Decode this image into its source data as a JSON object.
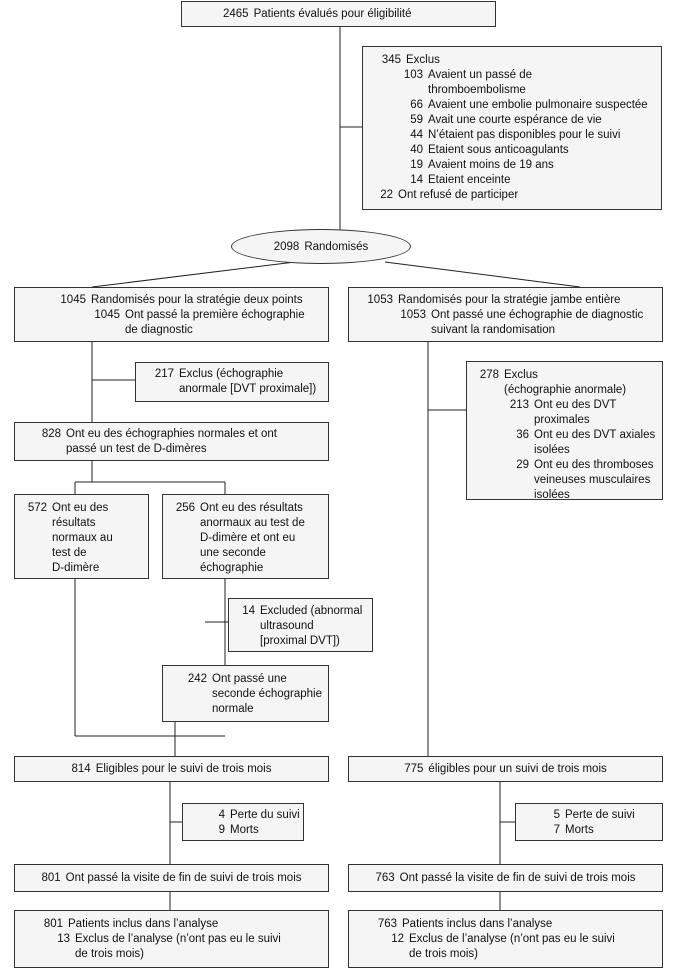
{
  "total": {
    "n": "2465",
    "label": "Patients évalués pour éligibilité"
  },
  "excluded_initial": {
    "n": "345",
    "label": "Exclus",
    "reasons": [
      {
        "n": "103",
        "l1": "Avaient un passé de",
        "l2": "thromboembolisme"
      },
      {
        "n": "66",
        "l1": "Avaient une embolie pulmonaire suspectée"
      },
      {
        "n": "59",
        "l1": "Avait une courte espérance de vie"
      },
      {
        "n": "44",
        "l1": "N’étaient pas disponibles pour le suivi"
      },
      {
        "n": "40",
        "l1": "Etaient sous anticoagulants"
      },
      {
        "n": "19",
        "l1": "Avaient moins de 19 ans"
      },
      {
        "n": "14",
        "l1": "Etaient enceinte"
      }
    ],
    "refused": {
      "n": "22",
      "label": "Ont refusé de participer"
    }
  },
  "randomized": {
    "n": "2098",
    "label": "Randomisés"
  },
  "left_arm": {
    "randomized": {
      "n1": "1045",
      "l1": "Randomisés pour la stratégie deux points",
      "n2": "1045",
      "l2a": "Ont passé la première échographie",
      "l2b": "de diagnostic"
    },
    "excluded": {
      "n": "217",
      "l1": "Exclus (échographie",
      "l2": "anormale [DVT proximale])"
    },
    "normal": {
      "n": "828",
      "l1": "Ont eu des échographies normales et ont",
      "l2": "passé un test de D-dimères"
    },
    "ddimer_normal": {
      "n": "572",
      "lines": [
        "Ont eu des",
        "résultats",
        "normaux au",
        "test de",
        "D-dimère"
      ]
    },
    "ddimer_abnormal": {
      "n": "256",
      "lines": [
        "Ont eu des résultats",
        "anormaux au test de",
        "D-dimère et ont eu",
        "une seconde",
        "échographie"
      ]
    },
    "excluded2": {
      "n": "14",
      "lines": [
        "Excluded (abnormal",
        "ultrasound",
        "[proximal DVT])"
      ]
    },
    "second_normal": {
      "n": "242",
      "lines": [
        "Ont passé une",
        "seconde échographie",
        "normale"
      ]
    },
    "eligible": {
      "n": "814",
      "label": "Eligibles pour le suivi de trois mois"
    },
    "lost": [
      {
        "n": "4",
        "label": "Perte du suivi"
      },
      {
        "n": "9",
        "label": "Morts"
      }
    ],
    "visit": {
      "n": "801",
      "label": "Ont passé la visite de fin de suivi de trois mois"
    },
    "analysis": {
      "n1": "801",
      "l1": "Patients inclus dans l’analyse",
      "n2": "13",
      "l2a": "Exclus de l’analyse (n’ont pas eu le suivi",
      "l2b": "de trois mois)"
    }
  },
  "right_arm": {
    "randomized": {
      "n1": "1053",
      "l1": "Randomisés pour la stratégie jambe entière",
      "n2": "1053",
      "l2a": "Ont passé une échographie de diagnostic",
      "l2b": "suivant la randomisation"
    },
    "excluded": {
      "n": "278",
      "label": "Exclus",
      "sub": "(échographie anormale)",
      "items": [
        {
          "n": "213",
          "l1": "Ont eu des DVT",
          "l2": "proximales"
        },
        {
          "n": "36",
          "l1": "Ont eu des DVT axiales",
          "l2": "isolées"
        },
        {
          "n": "29",
          "l1": "Ont eu des thromboses",
          "l2": "veineuses musculaires",
          "l3": "isolées"
        }
      ]
    },
    "eligible": {
      "n": "775",
      "label": "éligibles pour un suivi de trois mois"
    },
    "lost": [
      {
        "n": "5",
        "label": "Perte de suivi"
      },
      {
        "n": "7",
        "label": "Morts"
      }
    ],
    "visit": {
      "n": "763",
      "label": "Ont passé la visite de fin de suivi de trois mois"
    },
    "analysis": {
      "n1": "763",
      "l1": "Patients inclus dans l’analyse",
      "n2": "12",
      "l2a": "Exclus de l’analyse (n’ont pas eu le suivi",
      "l2b": "de trois mois)"
    }
  }
}
